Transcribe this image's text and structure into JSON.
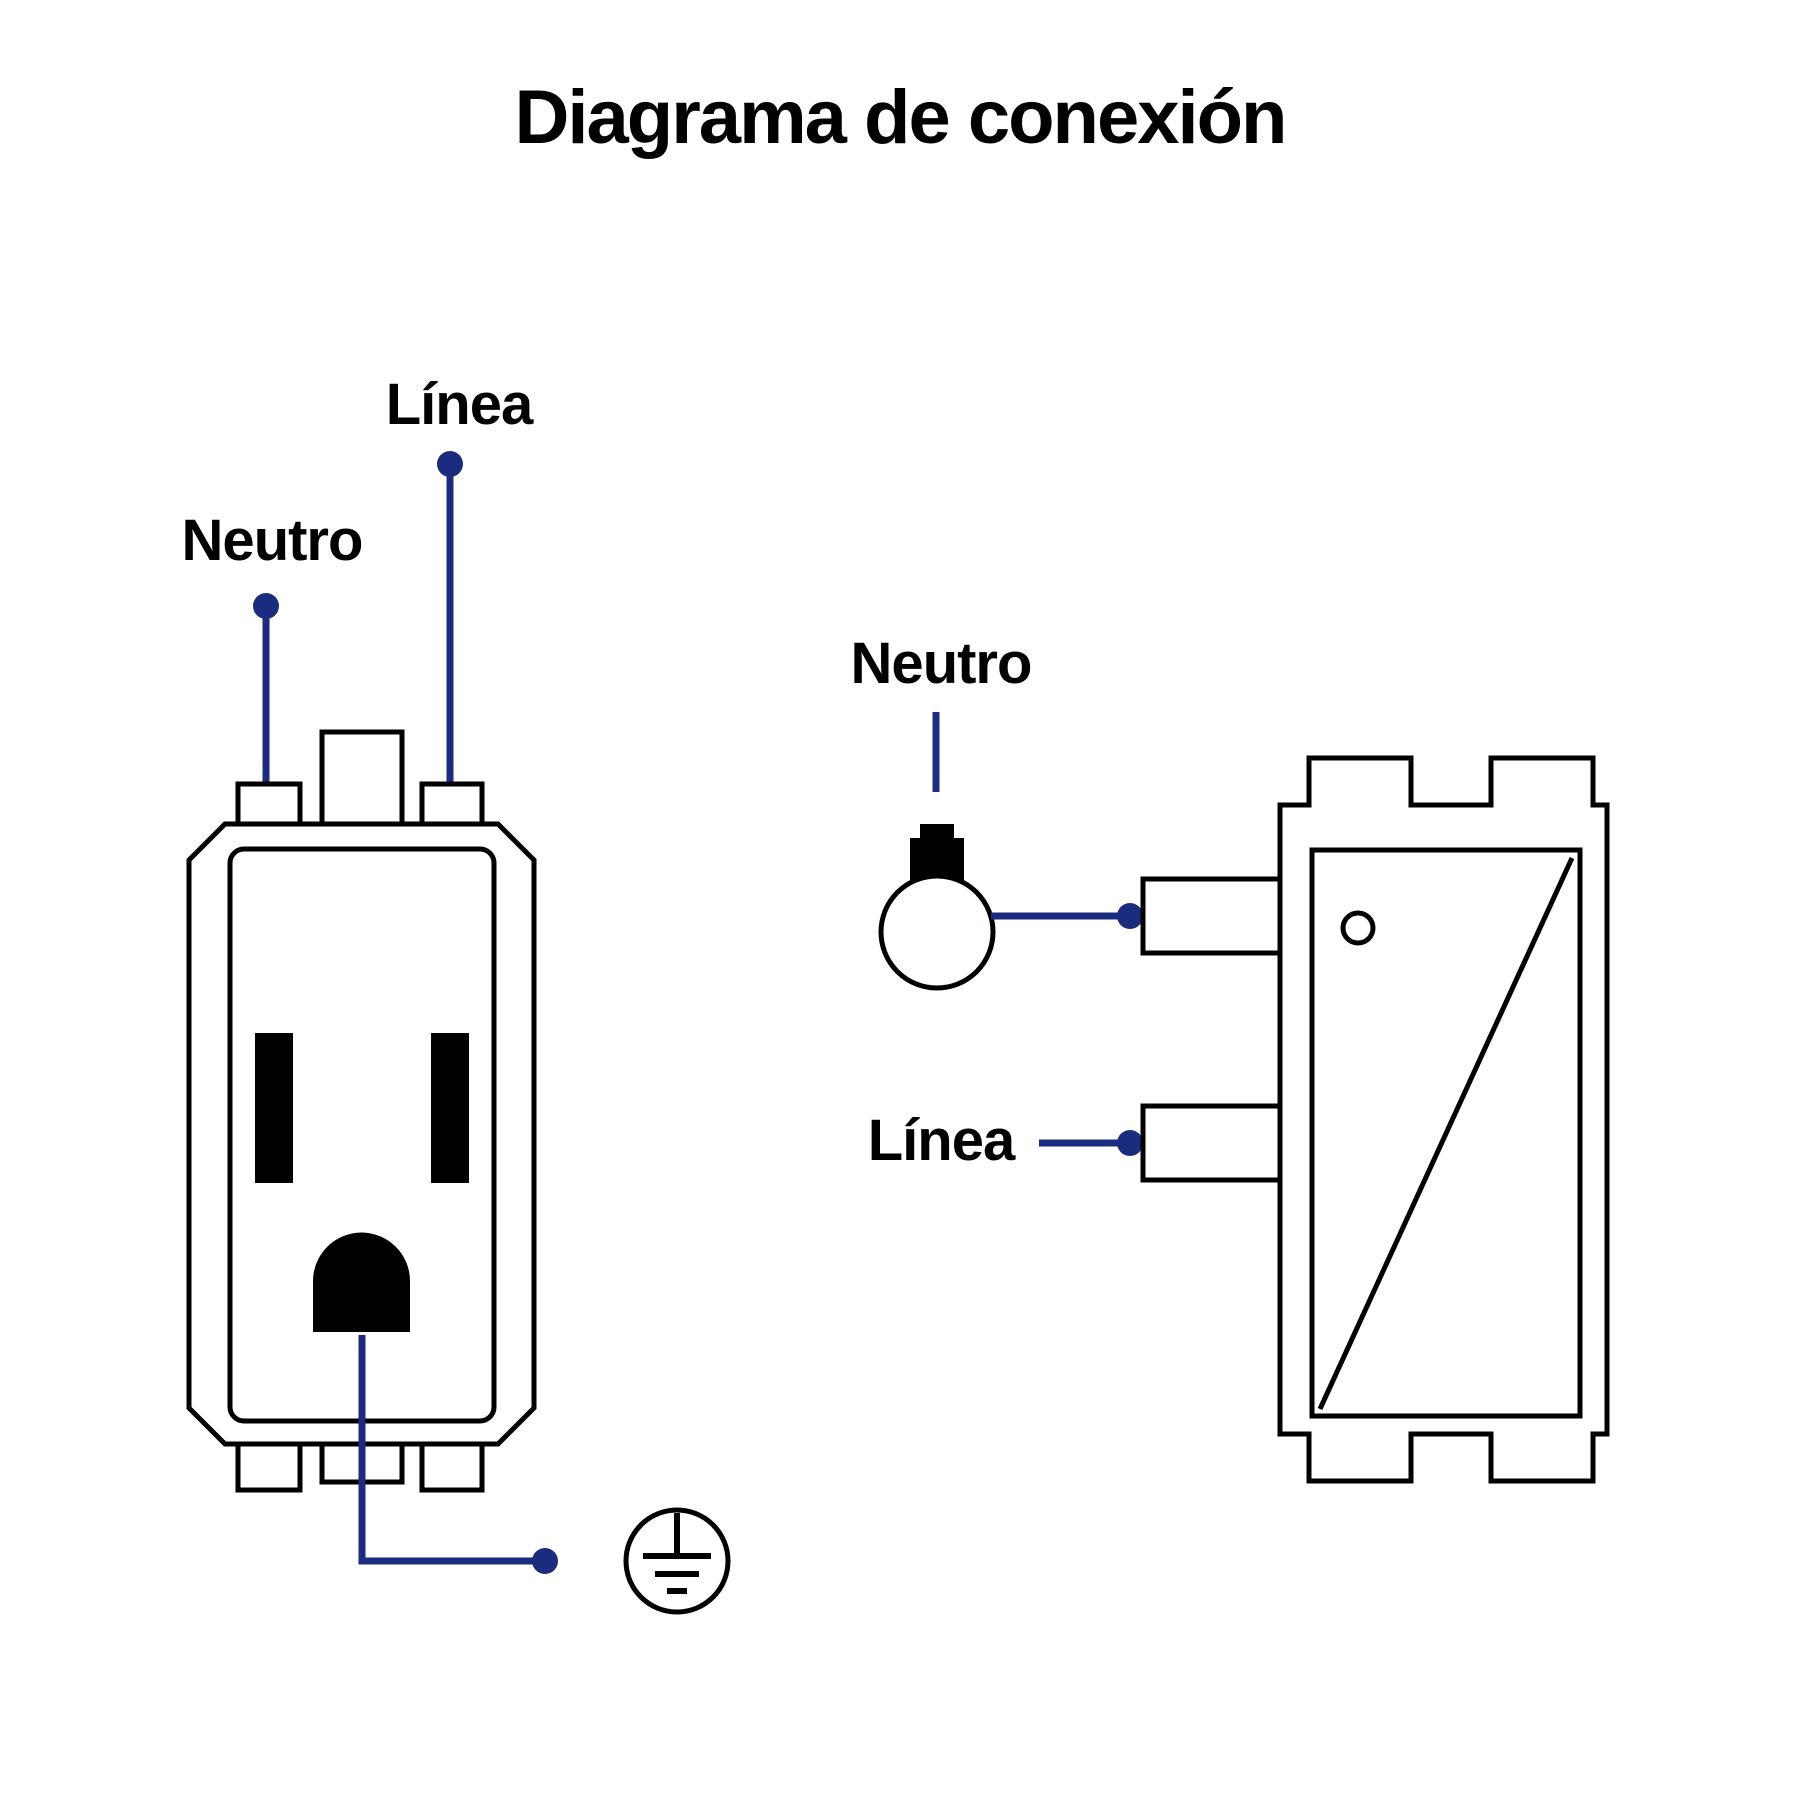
{
  "title": "Diagrama de conexión",
  "colors": {
    "wire": "#1b2b7d",
    "outline": "#000000",
    "background": "#ffffff"
  },
  "outlet_diagram": {
    "linea_label": "Línea",
    "neutro_label": "Neutro",
    "ground_icon": "ground-symbol-icon"
  },
  "switch_diagram": {
    "neutro_label": "Neutro",
    "linea_label": "Línea",
    "bulb_icon": "light-bulb-icon"
  }
}
